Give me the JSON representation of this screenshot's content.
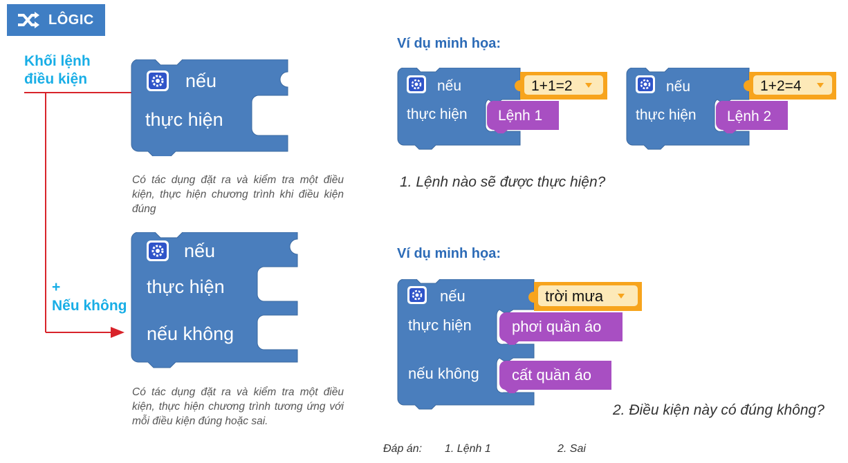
{
  "header": {
    "title": "LÔGIC",
    "icon": "shuffle-icon"
  },
  "left": {
    "label_block": [
      "Khối lệnh",
      "điều kiện"
    ],
    "plus": "+",
    "label_else": "Nếu không",
    "block_if": {
      "if_label": "nếu",
      "do_label": "thực hiện"
    },
    "desc_if": "Có tác dụng đặt ra và kiểm tra một điều kiện, thực hiện chương trình khi điều kiện đúng",
    "block_ifelse": {
      "if_label": "nếu",
      "do_label": "thực hiện",
      "else_label": "nếu không"
    },
    "desc_ifelse": "Có tác dụng đặt ra và kiểm tra một điều kiện, thực hiện chương trình tương ứng với mỗi điều kiện đúng hoặc sai."
  },
  "example1": {
    "title": "Ví dụ minh họa:",
    "block_a": {
      "if_label": "nếu",
      "condition": "1+1=2",
      "do_label": "thực hiện",
      "command": "Lệnh 1"
    },
    "block_b": {
      "if_label": "nếu",
      "condition": "1+2=4",
      "do_label": "thực hiện",
      "command": "Lệnh 2"
    },
    "question": "1. Lệnh nào sẽ được thực hiện?"
  },
  "example2": {
    "title": "Ví dụ minh họa:",
    "block": {
      "if_label": "nếu",
      "condition": "trời mưa",
      "do_label": "thực hiện",
      "command_true": "phơi quần áo",
      "else_label": "nếu không",
      "command_false": "cất quần áo"
    },
    "question": "2. Điều kiện này có đúng không?"
  },
  "answers": {
    "label": "Đáp án:",
    "a1": "1. Lệnh 1",
    "a2": "2. Sai"
  },
  "colors": {
    "block_blue": "#4a7ebd",
    "block_dark": "#3a689f",
    "purple": "#a84fc2",
    "orange": "#f7a41d",
    "orange_fill": "#fde9b8",
    "cyan": "#19aee6",
    "red": "#d8232a",
    "badge": "#3f7ec4",
    "title": "#2c6bb7"
  }
}
